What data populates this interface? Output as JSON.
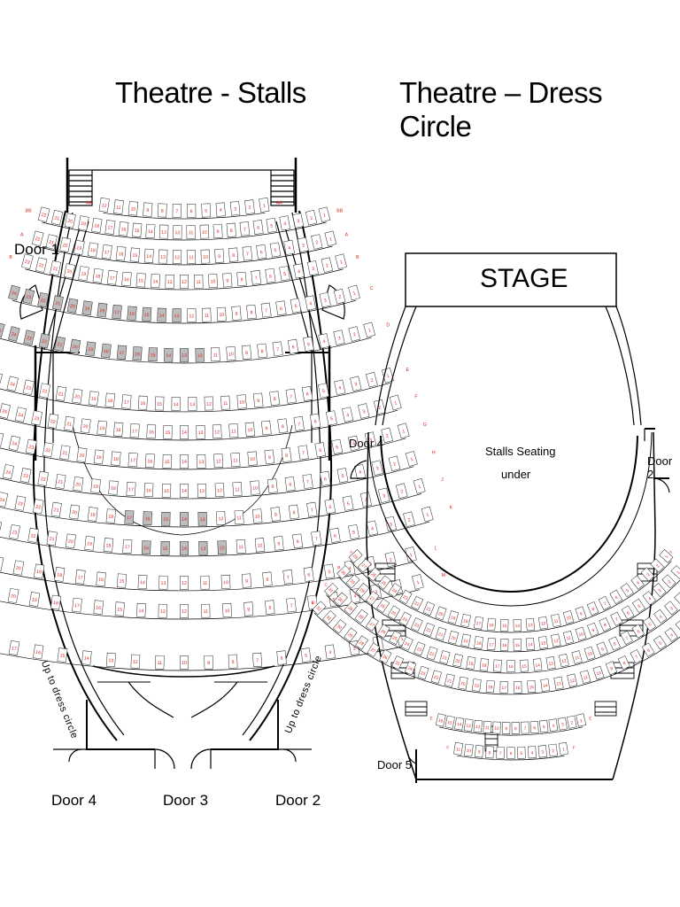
{
  "titles": {
    "stalls": "Theatre - Stalls",
    "dress_circle": "Theatre – Dress Circle"
  },
  "stalls": {
    "doors": {
      "door1": "Door 1",
      "door2": "Door 2",
      "door3": "Door 3",
      "door4": "Door 4"
    },
    "up_left": "Up to dress circle",
    "up_right": "Up to dress circle",
    "rows": [
      {
        "label": "AA",
        "count": 12,
        "shaded": []
      },
      {
        "label": "BB",
        "count": 22,
        "shaded": []
      },
      {
        "label": "A",
        "count": 22,
        "shaded": []
      },
      {
        "label": "B",
        "count": 23,
        "shaded": []
      },
      {
        "label": "C",
        "count": 24,
        "shaded": [
          13,
          14,
          15,
          16,
          17,
          18,
          19,
          20,
          21,
          22,
          23,
          24
        ]
      },
      {
        "label": "D",
        "count": 25,
        "shaded": [
          12,
          13,
          14,
          15,
          16,
          17,
          18,
          19,
          20,
          21,
          22,
          23,
          24,
          25
        ]
      },
      {
        "label": "E",
        "count": 26,
        "shaded": []
      },
      {
        "label": "F",
        "count": 27,
        "shaded": []
      },
      {
        "label": "G",
        "count": 27,
        "shaded": []
      },
      {
        "label": "H",
        "count": 27,
        "shaded": []
      },
      {
        "label": "J",
        "count": 27,
        "shaded": [
          13,
          14,
          15,
          16,
          17
        ]
      },
      {
        "label": "K",
        "count": 27,
        "shaded": [
          12,
          13,
          14,
          15,
          16
        ]
      },
      {
        "label": "L",
        "count": 23,
        "shaded": []
      },
      {
        "label": "M",
        "count": 23,
        "shaded": []
      },
      {
        "label": "N",
        "count": 19,
        "shaded": []
      }
    ]
  },
  "dress_circle": {
    "stage_label": "STAGE",
    "stalls_note_line1": "Stalls Seating",
    "stalls_note_line2": "under",
    "doors": {
      "door2": "Door 2",
      "door4": "Door 4",
      "door5": "Door 5"
    },
    "rows": [
      {
        "label": "A",
        "count": 28
      },
      {
        "label": "B",
        "count": 30
      },
      {
        "label": "C",
        "count": 31
      },
      {
        "label": "D",
        "count": 32
      },
      {
        "label": "E",
        "count": 16
      },
      {
        "label": "F",
        "count": 11
      }
    ]
  },
  "colors": {
    "seat_number": "#e0201b",
    "shaded_seat": "#bdbdbd",
    "line": "#000000"
  }
}
